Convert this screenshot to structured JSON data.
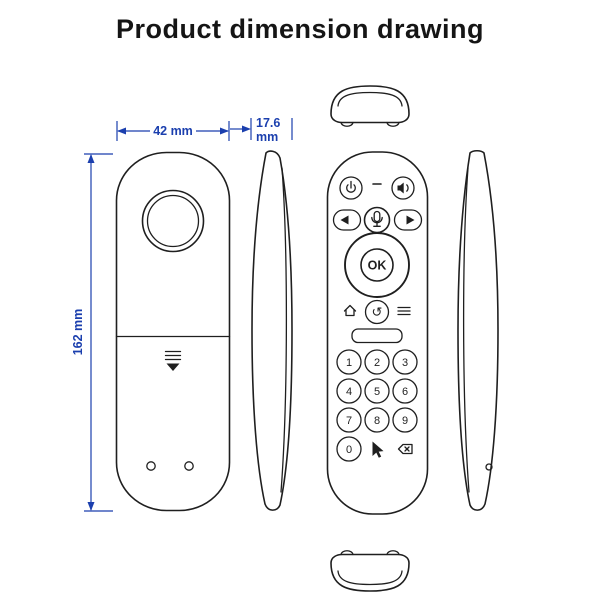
{
  "title": "Product dimension drawing",
  "dimensions": {
    "width": "42 mm",
    "depth_value": "17.6",
    "depth_unit": "mm",
    "height": "162 mm"
  },
  "front_view": {
    "ok_label": "OK",
    "digits": [
      "1",
      "2",
      "3",
      "4",
      "5",
      "6",
      "7",
      "8",
      "9",
      "0"
    ],
    "back_glyph": "↺"
  },
  "colors": {
    "line": "#1f1f1f",
    "dimension_blue": "#1b3fae",
    "title_text": "#151515",
    "background": "#ffffff"
  }
}
